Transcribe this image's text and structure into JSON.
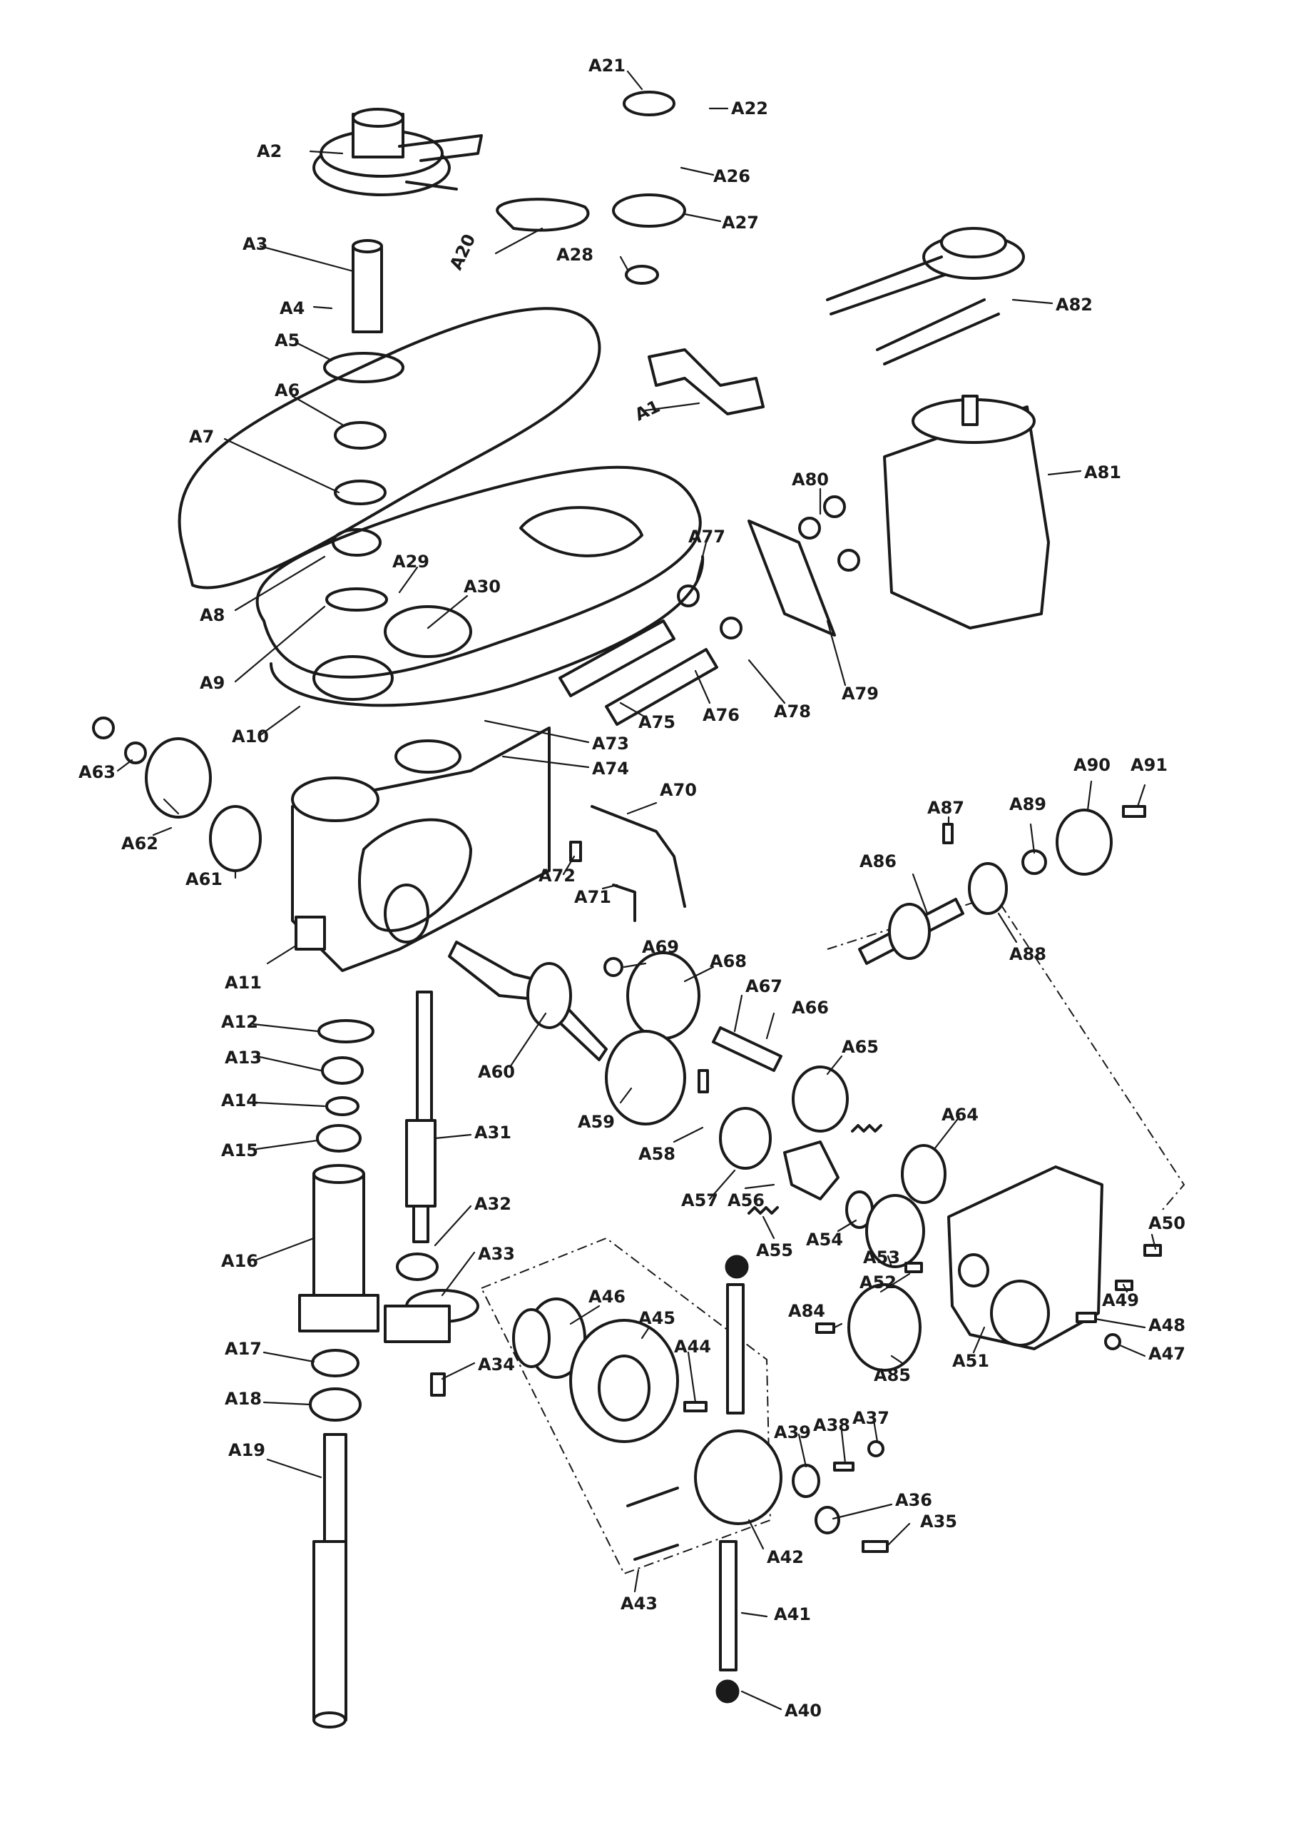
{
  "parts": [
    {
      "id": "A1",
      "label": "A1"
    },
    {
      "id": "A2",
      "label": "A2"
    },
    {
      "id": "A3",
      "label": "A3"
    },
    {
      "id": "A4",
      "label": "A4"
    },
    {
      "id": "A5",
      "label": "A5"
    },
    {
      "id": "A6",
      "label": "A6"
    },
    {
      "id": "A7",
      "label": "A7"
    },
    {
      "id": "A8",
      "label": "A8"
    },
    {
      "id": "A9",
      "label": "A9"
    },
    {
      "id": "A10",
      "label": "A10"
    },
    {
      "id": "A11",
      "label": "A11"
    },
    {
      "id": "A12",
      "label": "A12"
    },
    {
      "id": "A13",
      "label": "A13"
    },
    {
      "id": "A14",
      "label": "A14"
    },
    {
      "id": "A15",
      "label": "A15"
    },
    {
      "id": "A16",
      "label": "A16"
    },
    {
      "id": "A17",
      "label": "A17"
    },
    {
      "id": "A18",
      "label": "A18"
    },
    {
      "id": "A19",
      "label": "A19"
    },
    {
      "id": "A20",
      "label": "A20"
    },
    {
      "id": "A21",
      "label": "A21"
    },
    {
      "id": "A22",
      "label": "A22"
    },
    {
      "id": "A26",
      "label": "A26"
    },
    {
      "id": "A27",
      "label": "A27"
    },
    {
      "id": "A28",
      "label": "A28"
    },
    {
      "id": "A29",
      "label": "A29"
    },
    {
      "id": "A30",
      "label": "A30"
    },
    {
      "id": "A31",
      "label": "A31"
    },
    {
      "id": "A32",
      "label": "A32"
    },
    {
      "id": "A33",
      "label": "A33"
    },
    {
      "id": "A34",
      "label": "A34"
    },
    {
      "id": "A35",
      "label": "A35"
    },
    {
      "id": "A36",
      "label": "A36"
    },
    {
      "id": "A37",
      "label": "A37"
    },
    {
      "id": "A38",
      "label": "A38"
    },
    {
      "id": "A39",
      "label": "A39"
    },
    {
      "id": "A40",
      "label": "A40"
    },
    {
      "id": "A41",
      "label": "A41"
    },
    {
      "id": "A42",
      "label": "A42"
    },
    {
      "id": "A43",
      "label": "A43"
    },
    {
      "id": "A44",
      "label": "A44"
    },
    {
      "id": "A45",
      "label": "A45"
    },
    {
      "id": "A46",
      "label": "A46"
    },
    {
      "id": "A47",
      "label": "A47"
    },
    {
      "id": "A48",
      "label": "A48"
    },
    {
      "id": "A49",
      "label": "A49"
    },
    {
      "id": "A50",
      "label": "A50"
    },
    {
      "id": "A51",
      "label": "A51"
    },
    {
      "id": "A52",
      "label": "A52"
    },
    {
      "id": "A53",
      "label": "A53"
    },
    {
      "id": "A54",
      "label": "A54"
    },
    {
      "id": "A55",
      "label": "A55"
    },
    {
      "id": "A56",
      "label": "A56"
    },
    {
      "id": "A57",
      "label": "A57"
    },
    {
      "id": "A58",
      "label": "A58"
    },
    {
      "id": "A59",
      "label": "A59"
    },
    {
      "id": "A60",
      "label": "A60"
    },
    {
      "id": "A61",
      "label": "A61"
    },
    {
      "id": "A62",
      "label": "A62"
    },
    {
      "id": "A63",
      "label": "A63"
    },
    {
      "id": "A64",
      "label": "A64"
    },
    {
      "id": "A65",
      "label": "A65"
    },
    {
      "id": "A66",
      "label": "A66"
    },
    {
      "id": "A67",
      "label": "A67"
    },
    {
      "id": "A68",
      "label": "A68"
    },
    {
      "id": "A69",
      "label": "A69"
    },
    {
      "id": "A70",
      "label": "A70"
    },
    {
      "id": "A71",
      "label": "A71"
    },
    {
      "id": "A72",
      "label": "A72"
    },
    {
      "id": "A73",
      "label": "A73"
    },
    {
      "id": "A74",
      "label": "A74"
    },
    {
      "id": "A75",
      "label": "A75"
    },
    {
      "id": "A76",
      "label": "A76"
    },
    {
      "id": "A77",
      "label": "A77"
    },
    {
      "id": "A78",
      "label": "A78"
    },
    {
      "id": "A79",
      "label": "A79"
    },
    {
      "id": "A80",
      "label": "A80"
    },
    {
      "id": "A81",
      "label": "A81"
    },
    {
      "id": "A82",
      "label": "A82"
    },
    {
      "id": "A84",
      "label": "A84"
    },
    {
      "id": "A85",
      "label": "A85"
    },
    {
      "id": "A86",
      "label": "A86"
    },
    {
      "id": "A87",
      "label": "A87"
    },
    {
      "id": "A88",
      "label": "A88"
    },
    {
      "id": "A89",
      "label": "A89"
    },
    {
      "id": "A90",
      "label": "A90"
    },
    {
      "id": "A91",
      "label": "A91"
    }
  ]
}
